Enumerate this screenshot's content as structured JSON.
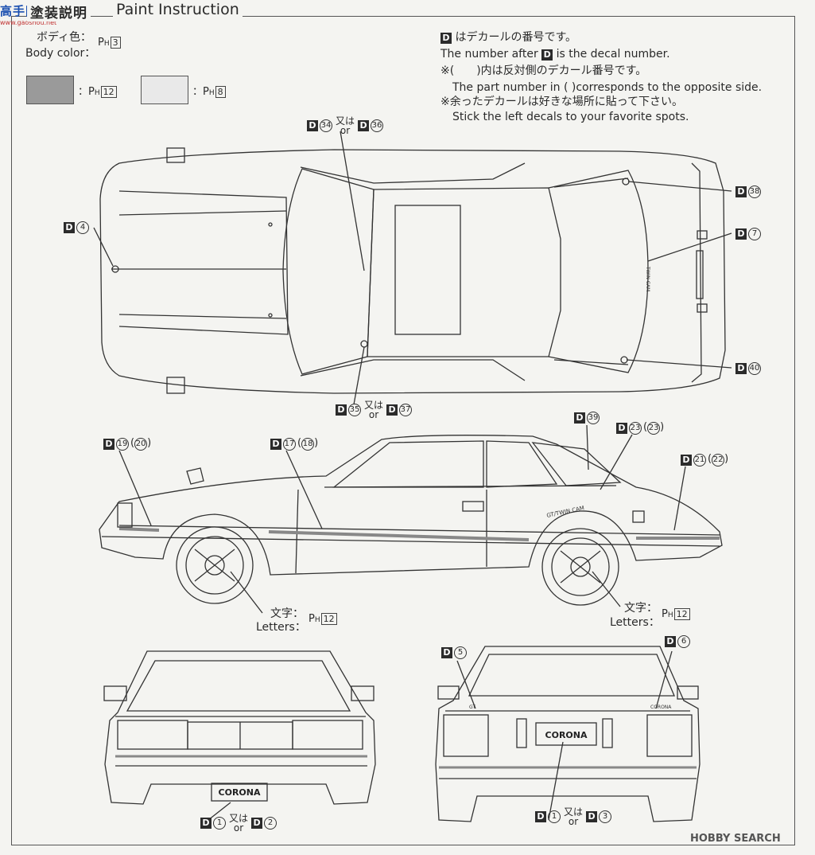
{
  "header": {
    "title_jp": "塗装説明",
    "title_en": "Paint Instruction",
    "site_logo": "高手网",
    "site_url": "www.gaoshou.net"
  },
  "body_color": {
    "label_jp": "ボディ色",
    "label_en": "Body color",
    "paint": "PH3"
  },
  "swatches": [
    {
      "paint": "PH12",
      "color": "#9a9a9a"
    },
    {
      "paint": "PH8",
      "color": "#e9e9e9"
    }
  ],
  "notes": {
    "l1_jp": "はデカールの番号です。",
    "l1_en_a": "The number after",
    "l1_en_b": "is the decal number.",
    "l2_jp": "※(　　)内は反対側のデカール番号です。",
    "l2_en": "The part number in (    )corresponds to the opposite side.",
    "l3_jp": "※余ったデカールは好きな場所に貼って下さい。",
    "l3_en": "Stick the left decals to your favorite spots."
  },
  "decals": {
    "d4": "4",
    "d7": "7",
    "d38": "38",
    "d40": "40",
    "d34": "34",
    "d36": "36",
    "d35": "35",
    "d37": "37",
    "d19": "19",
    "d20": "20",
    "d17": "17",
    "d18": "18",
    "d39": "39",
    "d23": "23",
    "d21": "21",
    "d22": "22",
    "d5": "5",
    "d6": "6",
    "d1": "1",
    "d2": "2",
    "d3": "3"
  },
  "connectors": {
    "d_letter": "D",
    "or_jp": "又は",
    "or_en": "or"
  },
  "letters": {
    "label_jp": "文字",
    "label_en": "Letters",
    "paint": "PH12"
  },
  "car_text": {
    "twin_cam_top": "TWIN CAM",
    "side_badge": "GT/TWIN CAM",
    "plate": "CORONA",
    "rear_left": "GT",
    "rear_right": "CORONA"
  },
  "footer": {
    "brand": "HOBBY SEARCH"
  }
}
